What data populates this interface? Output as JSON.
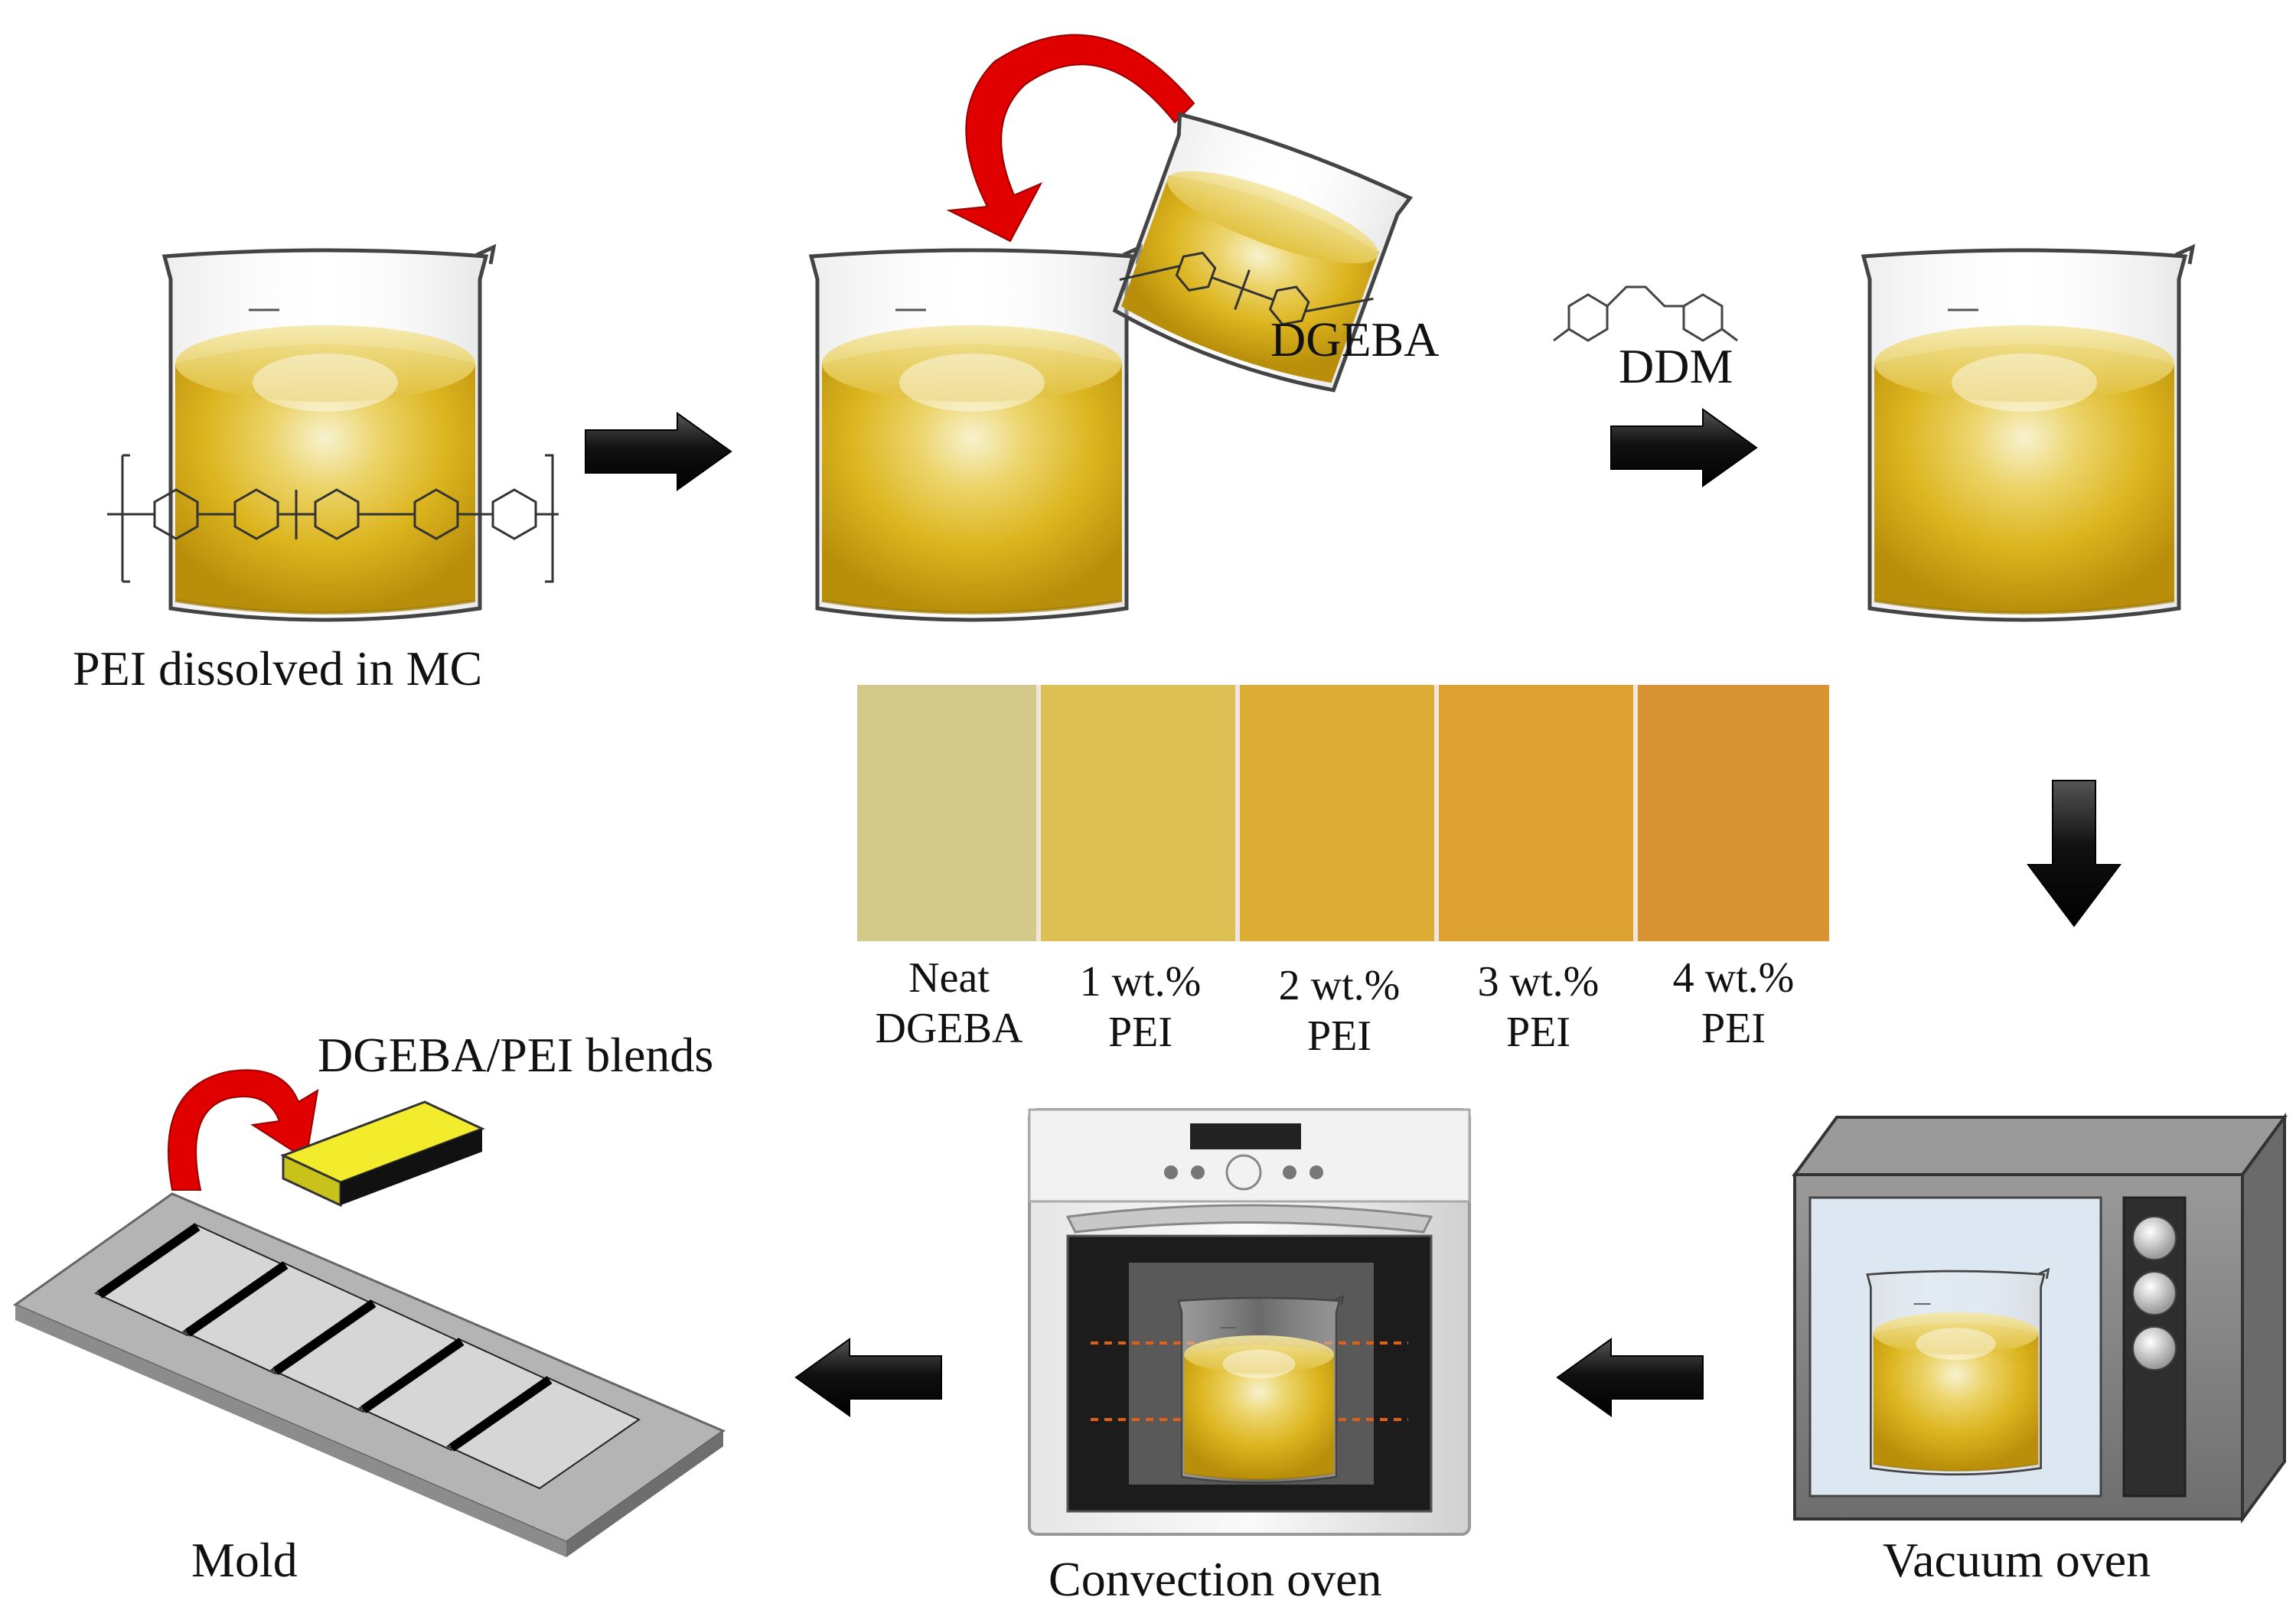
{
  "steps": {
    "pei_solution": "PEI dissolved in MC",
    "epoxy_label": "DGEBA",
    "hardener_label": "DDM",
    "vacuum_oven": "Vacuum oven",
    "convection_oven": "Convection oven",
    "mold": "Mold",
    "blends": "DGEBA/PEI blends"
  },
  "samples": [
    {
      "line1": "Neat",
      "line2": "DGEBA",
      "color": "#d3c98a"
    },
    {
      "line1": "1 wt.%",
      "line2": "PEI",
      "color": "#dcc053"
    },
    {
      "line1": "2 wt.%",
      "line2": "PEI",
      "color": "#dcac34"
    },
    {
      "line1": "3 wt.%",
      "line2": "PEI",
      "color": "#dea232"
    },
    {
      "line1": "4 wt.%",
      "line2": "PEI",
      "color": "#d89332"
    }
  ],
  "colors": {
    "solution": "#e3bd1c",
    "arrow": "#1a1a1a",
    "curved_arrow": "#e00000",
    "mold": "#b4b4b4",
    "specimen": "#f2ec2c"
  },
  "icons": [
    "beaker-icon",
    "arrow-right-icon",
    "arrow-down-icon",
    "arrow-left-icon",
    "curved-arrow-icon",
    "oven-icon",
    "mold-icon"
  ]
}
